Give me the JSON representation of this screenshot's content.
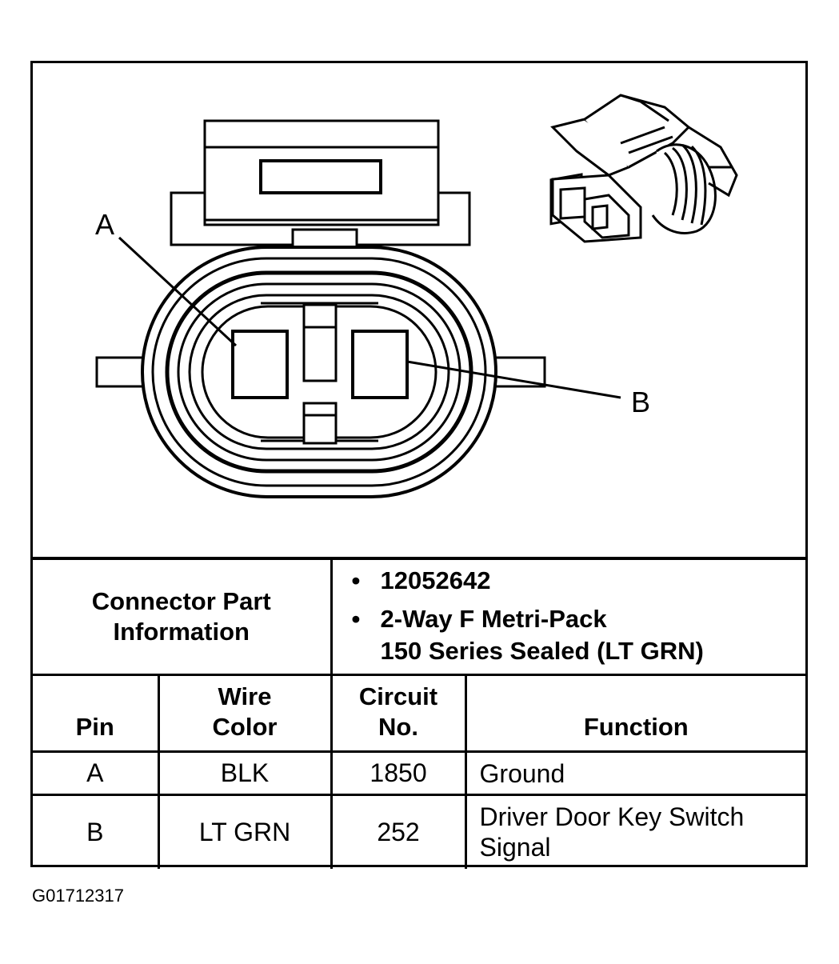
{
  "callouts": {
    "a": "A",
    "b": "B"
  },
  "connector_info": {
    "label_line1": "Connector Part",
    "label_line2": "Information",
    "part_number": "12052642",
    "description_line1": "2-Way F Metri-Pack",
    "description_line2": "150 Series Sealed (LT GRN)",
    "bullet": "•"
  },
  "table": {
    "headers": {
      "pin": "Pin",
      "wire_color_line1": "Wire",
      "wire_color_line2": "Color",
      "circuit_line1": "Circuit",
      "circuit_line2": "No.",
      "function": "Function"
    },
    "rows": [
      {
        "pin": "A",
        "wire_color": "BLK",
        "circuit": "1850",
        "function_line1": "Ground",
        "function_line2": ""
      },
      {
        "pin": "B",
        "wire_color": "LT GRN",
        "circuit": "252",
        "function_line1": "Driver Door Key Switch",
        "function_line2": "Signal"
      }
    ]
  },
  "figure_code": "G01712317"
}
